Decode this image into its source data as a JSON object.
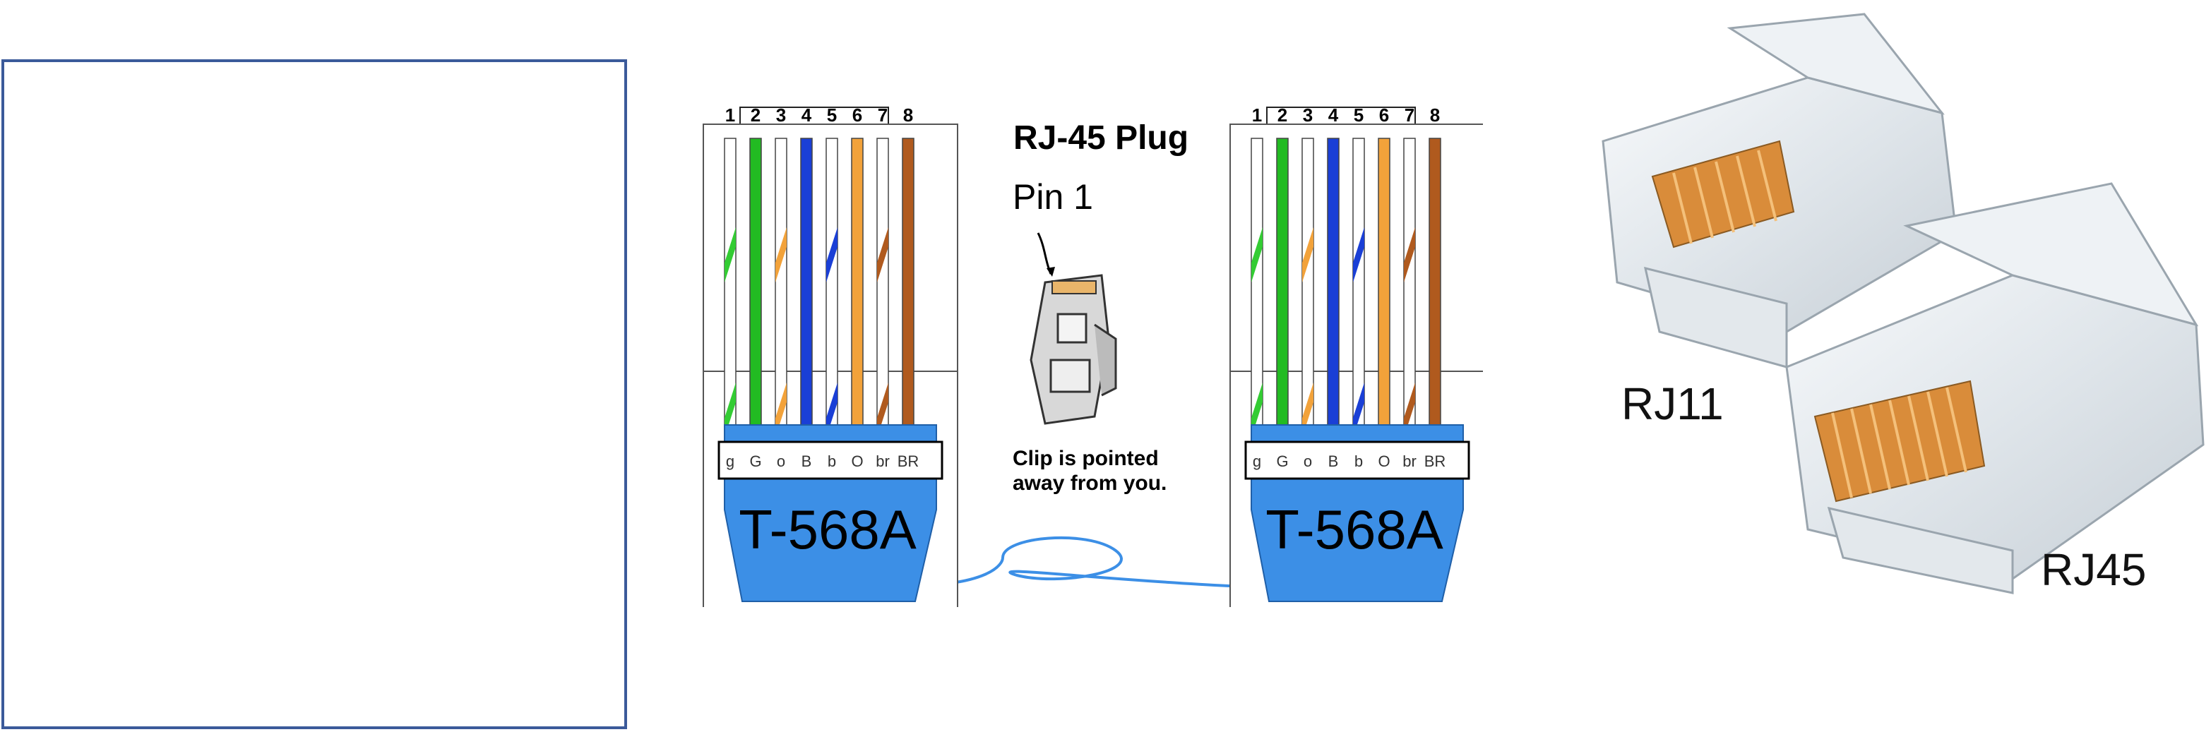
{
  "diagram": {
    "title": "RJ-45 Plug",
    "pin_label": "Pin 1",
    "clip_note": "Clip is pointed away from you.",
    "connectors": [
      {
        "standard_label": "T-568A",
        "pin_numbers": [
          "1",
          "2",
          "3",
          "4",
          "5",
          "6",
          "7",
          "8"
        ],
        "wire_codes": [
          "g",
          "G",
          "o",
          "B",
          "b",
          "O",
          "br",
          "BR"
        ]
      },
      {
        "standard_label": "T-568A",
        "pin_numbers": [
          "1",
          "2",
          "3",
          "4",
          "5",
          "6",
          "7",
          "8"
        ],
        "wire_codes": [
          "g",
          "G",
          "o",
          "B",
          "b",
          "O",
          "br",
          "BR"
        ]
      }
    ],
    "wires": [
      {
        "base": "#ffffff",
        "stripe": "#33cc33"
      },
      {
        "base": "#22bb22",
        "stripe": null
      },
      {
        "base": "#ffffff",
        "stripe": "#f2a23a"
      },
      {
        "base": "#1a3fd6",
        "stripe": null
      },
      {
        "base": "#ffffff",
        "stripe": "#1a3fd6"
      },
      {
        "base": "#f2a23a",
        "stripe": null
      },
      {
        "base": "#ffffff",
        "stripe": "#b05a1e"
      },
      {
        "base": "#b05a1e",
        "stripe": null
      }
    ],
    "colors": {
      "boot": "#3c8fe6",
      "cable": "#3c8fe6",
      "box_border": "#3b5a9a"
    }
  },
  "photo": {
    "labels": {
      "rj11": "RJ11",
      "rj45": "RJ45"
    }
  }
}
